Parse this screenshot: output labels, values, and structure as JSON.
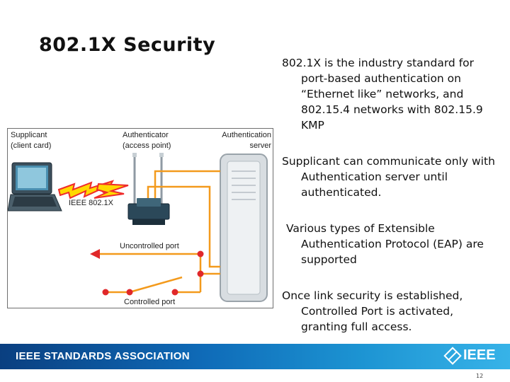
{
  "slide": {
    "title": "802.1X Security",
    "page_number": "12"
  },
  "figure": {
    "supplicant_label_1": "Supplicant",
    "supplicant_label_2": "(client card)",
    "authenticator_label_1": "Authenticator",
    "authenticator_label_2": "(access point)",
    "auth_server_label_1": "Authentication",
    "auth_server_label_2": "server",
    "wireless_label": "IEEE 802.1X",
    "uncontrolled_port_label": "Uncontrolled port",
    "controlled_port_label": "Controlled port",
    "colors": {
      "link_orange": "#f39a1c",
      "port_red": "#e0282a",
      "lightning_yellow": "#ffd800",
      "lightning_red": "#ef2b2b"
    }
  },
  "bullets": [
    "802.1X is the industry standard for port-based authentication on “Ethernet like” networks, and 802.15.4 networks with 802.15.9 KMP",
    "Supplicant can communicate only with Authentication server until authenticated.",
    "Various types of Extensible Authentication Protocol (EAP) are supported",
    "Once link security is established, Controlled Port is activated, granting full access."
  ],
  "footer": {
    "org_name": "IEEE STANDARDS ASSOCIATION",
    "logo_text": "IEEE",
    "logo_icon": "ieee-diamond-logo",
    "background": "#0f6bb8"
  }
}
